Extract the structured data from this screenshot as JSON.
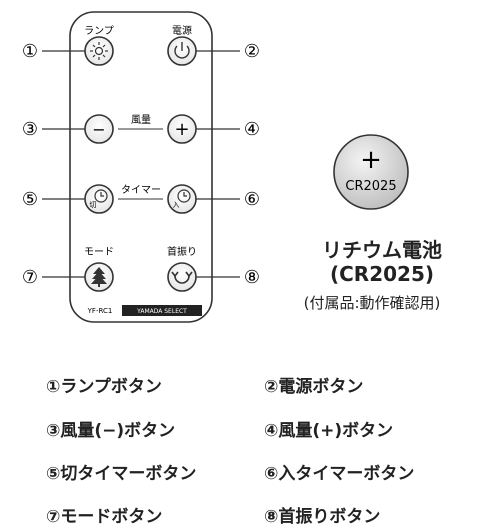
{
  "remote": {
    "labels": {
      "lamp": "ランプ",
      "power": "電源",
      "wind": "風量",
      "timer": "タイマー",
      "mode": "モード",
      "swing": "首振り",
      "model": "YF-RC1",
      "brand": "YAMADA SELECT"
    },
    "glyphs": {
      "minus": "−",
      "plus": "+",
      "off_mark": "切",
      "on_mark": "入"
    },
    "callouts": [
      "①",
      "②",
      "③",
      "④",
      "⑤",
      "⑥",
      "⑦",
      "⑧"
    ]
  },
  "battery": {
    "symbol": "+",
    "model": "CR2025",
    "caption_line1": "リチウム電池",
    "caption_line2": "(CR2025)",
    "caption_line3": "(付属品:動作確認用)"
  },
  "legend": [
    "①ランプボタン",
    "②電源ボタン",
    "③風量(−)ボタン",
    "④風量(+)ボタン",
    "⑤切タイマーボタン",
    "⑥入タイマーボタン",
    "⑦モードボタン",
    "⑧首振りボタン"
  ],
  "colors": {
    "ink": "#222222",
    "button_fill": "#ffffff",
    "battery_fill": "#d9d9d9"
  }
}
